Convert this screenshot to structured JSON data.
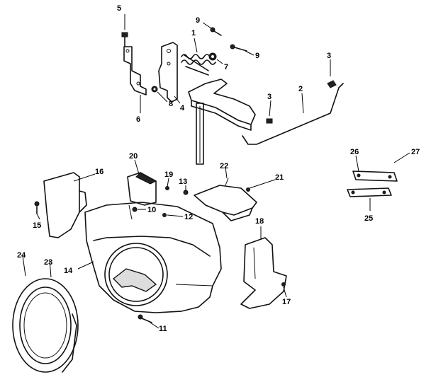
{
  "diagram": {
    "callouts": [
      {
        "id": "c1",
        "text": "1"
      },
      {
        "id": "c2",
        "text": "2"
      },
      {
        "id": "c3a",
        "text": "3"
      },
      {
        "id": "c3b",
        "text": "3"
      },
      {
        "id": "c4",
        "text": "4"
      },
      {
        "id": "c5",
        "text": "5"
      },
      {
        "id": "c6",
        "text": "6"
      },
      {
        "id": "c7",
        "text": "7"
      },
      {
        "id": "c8",
        "text": "8"
      },
      {
        "id": "c9a",
        "text": "9"
      },
      {
        "id": "c9b",
        "text": "9"
      },
      {
        "id": "c10",
        "text": "10"
      },
      {
        "id": "c11",
        "text": "11"
      },
      {
        "id": "c12",
        "text": "12"
      },
      {
        "id": "c13",
        "text": "13"
      },
      {
        "id": "c14",
        "text": "14"
      },
      {
        "id": "c15",
        "text": "15"
      },
      {
        "id": "c16",
        "text": "16"
      },
      {
        "id": "c17",
        "text": "17"
      },
      {
        "id": "c18",
        "text": "18"
      },
      {
        "id": "c19",
        "text": "19"
      },
      {
        "id": "c20",
        "text": "20"
      },
      {
        "id": "c21",
        "text": "21"
      },
      {
        "id": "c22",
        "text": "22"
      },
      {
        "id": "c23",
        "text": "23"
      },
      {
        "id": "c24",
        "text": "24"
      },
      {
        "id": "c25",
        "text": "25"
      },
      {
        "id": "c26",
        "text": "26"
      },
      {
        "id": "c27",
        "text": "27"
      }
    ]
  }
}
